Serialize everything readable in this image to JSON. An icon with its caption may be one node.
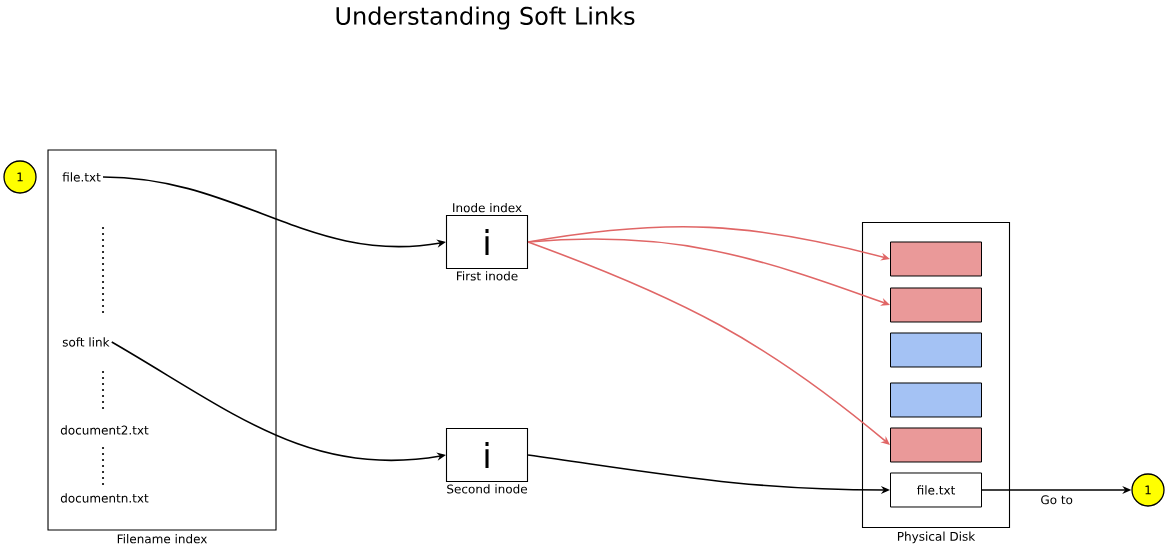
{
  "diagram": {
    "title": "Understanding Soft Links",
    "nodes": [
      {
        "text": [
          "1"
        ]
      },
      {
        "text": [
          "Filename index"
        ]
      },
      {
        "text": [
          "file.txt"
        ],
        "in": 1
      },
      {
        "text": [
          "soft link"
        ],
        "in": 1
      },
      {
        "text": [
          "Inode index",
          "i"
        ],
        "beside": [
          "First inode"
        ]
      },
      {
        "text": [
          "i"
        ],
        "beside": [
          "Second inode"
        ]
      },
      {
        "text": [
          "Physical Disk"
        ]
      },
      {
        "text": [],
        "shape": "box",
        "in": 6
      },
      {
        "text": [],
        "shape": "box",
        "in": 6
      },
      {
        "text": [],
        "shape": "box",
        "in": 6
      },
      {
        "text": [],
        "shape": "box",
        "in": 6
      },
      {
        "text": [],
        "shape": "box",
        "in": 6
      },
      {
        "text": [
          "file.txt"
        ],
        "in": 6
      },
      {
        "text": [
          "1"
        ]
      }
    ],
    "edges": [
      {
        "from": 2,
        "to": 4,
        "arrow": "to"
      },
      {
        "from": 3,
        "to": 5,
        "arrow": "to"
      },
      {
        "from": 4,
        "to": 7,
        "arrow": "to",
        "color": "#e06666"
      },
      {
        "from": 4,
        "to": 8,
        "arrow": "to",
        "color": "#e06666"
      },
      {
        "from": 4,
        "to": 11,
        "arrow": "to",
        "color": "#e06666"
      },
      {
        "from": 5,
        "to": 12,
        "arrow": "to"
      },
      {
        "from": 12,
        "to": 13,
        "arrow": "to",
        "label": "Go to"
      }
    ],
    "labels": [
      "document2.txt",
      "documentn.txt"
    ]
  }
}
